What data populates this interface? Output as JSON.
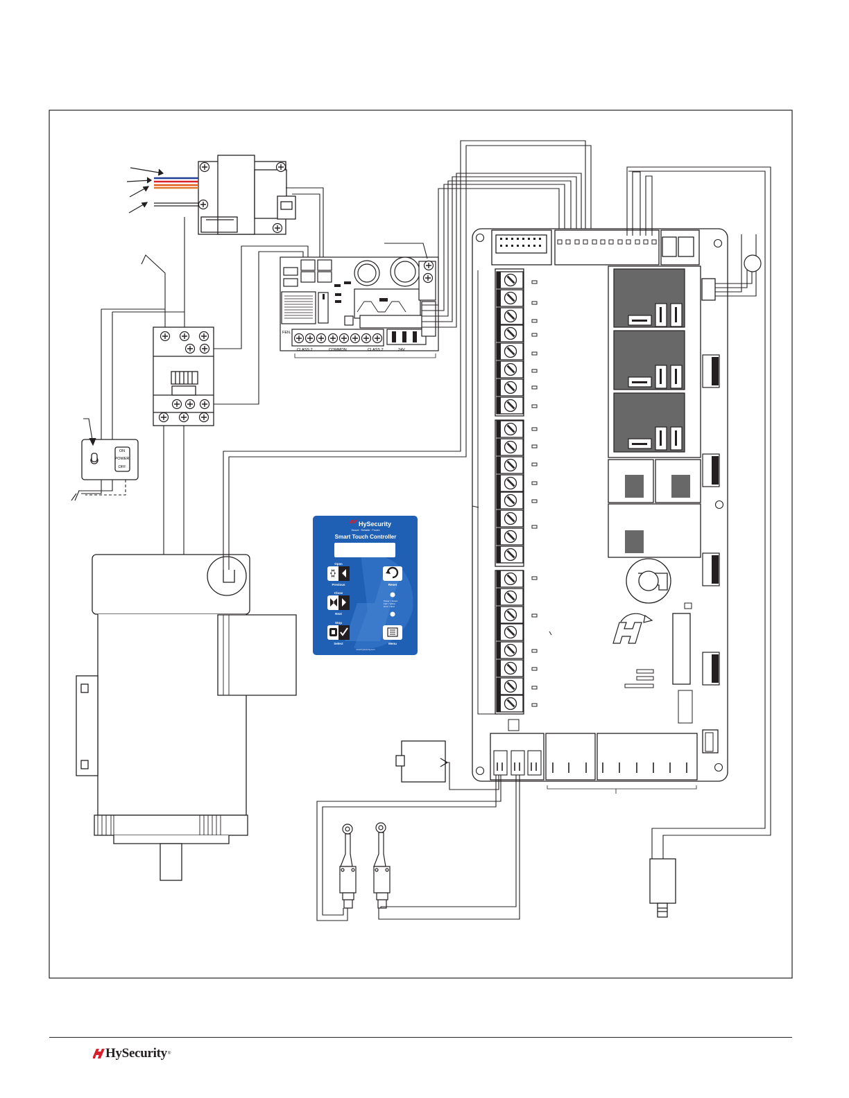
{
  "power_supply_board": {
    "label_fen": "FEN.",
    "label_class2_left": "CLASS 2",
    "label_common": "COMMON",
    "label_class2_right": "CLASS 2",
    "label_24v": "24V"
  },
  "power_switch": {
    "on": "ON",
    "power": "POWER",
    "off": "OFF"
  },
  "smart_touch_controller": {
    "brand": "HySecurity",
    "title": "Smart Touch Controller",
    "tagline": "Secure · Reliable · Proven",
    "open_label": "Open",
    "previous_label": "Previous",
    "reset_label": "Reset",
    "close_label": "Close",
    "next_label": "Next",
    "stop_label": "Stop",
    "select_label": "Select",
    "menu_label": "Menu",
    "status_1": "Power = Green",
    "status_2": "Fail = Yellow",
    "status_3": "Error = Red",
    "website": "www.hysecurity.com",
    "accent_color": "#1f5fb4"
  },
  "footer": {
    "logo_text": "HySecurity",
    "logo_tm": "®",
    "logo_color": "#d8202c"
  }
}
